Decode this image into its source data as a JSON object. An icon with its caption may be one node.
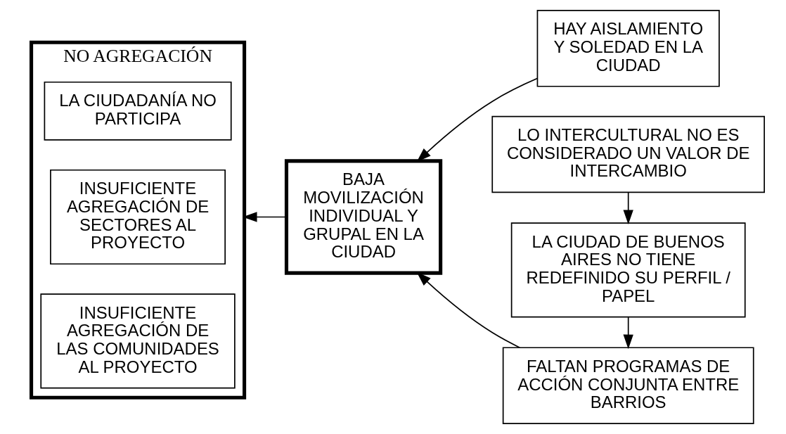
{
  "diagram": {
    "nodes": [
      {
        "text": [
          "NO AGREGACIÓN"
        ]
      },
      {
        "text": [
          "LA CIUDADANÍA NO PARTICIPA"
        ],
        "in": 0
      },
      {
        "text": [
          "INSUFICIENTE AGREGACIÓN DE SECTORES AL PROYECTO"
        ],
        "in": 0
      },
      {
        "text": [
          "INSUFICIENTE AGREGACIÓN DE LAS COMUNIDADES AL PROYECTO"
        ],
        "in": 0
      },
      {
        "text": [
          "HAY AISLAMIENTO Y SOLEDAD EN LA CIUDAD"
        ]
      },
      {
        "text": [
          "LO INTERCULTURAL NO ES CONSIDERADO UN VALOR DE INTERCAMBIO"
        ]
      },
      {
        "text": [
          "BAJA MOVILIZACIÓN INDIVIDUAL Y GRUPAL EN LA CIUDAD"
        ]
      },
      {
        "text": [
          "LA CIUDAD DE BUENOS AIRES NO TIENE REDEFINIDO SU PERFIL / PAPEL"
        ]
      },
      {
        "text": [
          "FALTAN PROGRAMAS DE ACCIÓN CONJUNTA ENTRE BARRIOS"
        ]
      }
    ],
    "edges": [
      {
        "from": 4,
        "to": 6,
        "arrow": "to"
      },
      {
        "from": 5,
        "to": 7,
        "arrow": "to"
      },
      {
        "from": 7,
        "to": 8,
        "arrow": "to"
      },
      {
        "from": 8,
        "to": 6,
        "arrow": "to"
      },
      {
        "from": 6,
        "to": 0,
        "arrow": "to"
      }
    ]
  }
}
